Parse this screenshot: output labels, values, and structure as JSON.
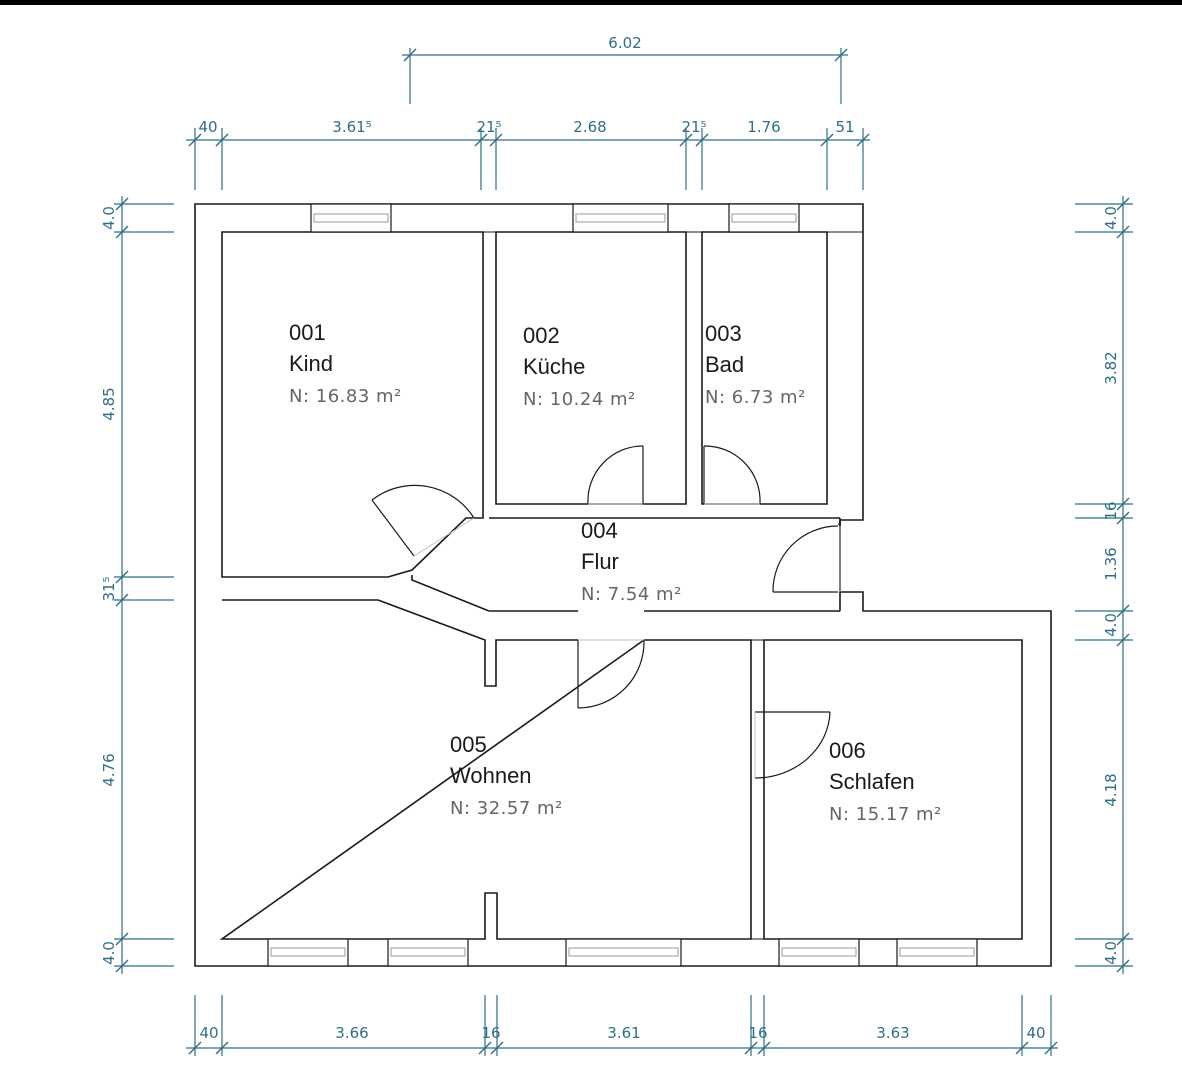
{
  "colors": {
    "dimension": "#2e6f86",
    "wall": "#1a1a1a",
    "area_text": "#666666",
    "background": "#ffffff"
  },
  "rooms": [
    {
      "number": "001",
      "name": "Kind",
      "area": "N:  16.83  m²"
    },
    {
      "number": "002",
      "name": "Küche",
      "area": "N:  10.24  m²"
    },
    {
      "number": "003",
      "name": "Bad",
      "area": "N:  6.73  m²"
    },
    {
      "number": "004",
      "name": "Flur",
      "area": "N:  7.54  m²"
    },
    {
      "number": "005",
      "name": "Wohnen",
      "area": "N:  32.57  m²"
    },
    {
      "number": "006",
      "name": "Schlafen",
      "area": "N:  15.17  m²"
    }
  ],
  "dimensions": {
    "top_overall": "6.02",
    "top": [
      "40",
      "3.61⁵",
      "21⁵",
      "2.68",
      "21⁵",
      "1.76",
      "51"
    ],
    "bottom": [
      "40",
      "3.66",
      "16",
      "3.61",
      "16",
      "3.63",
      "40"
    ],
    "left": [
      "4.0",
      "4.85",
      "31⁵",
      "4.76",
      "4.0"
    ],
    "right": [
      "4.0",
      "3.82",
      "16",
      "1.36",
      "4.0",
      "4.18",
      "4.0"
    ]
  }
}
